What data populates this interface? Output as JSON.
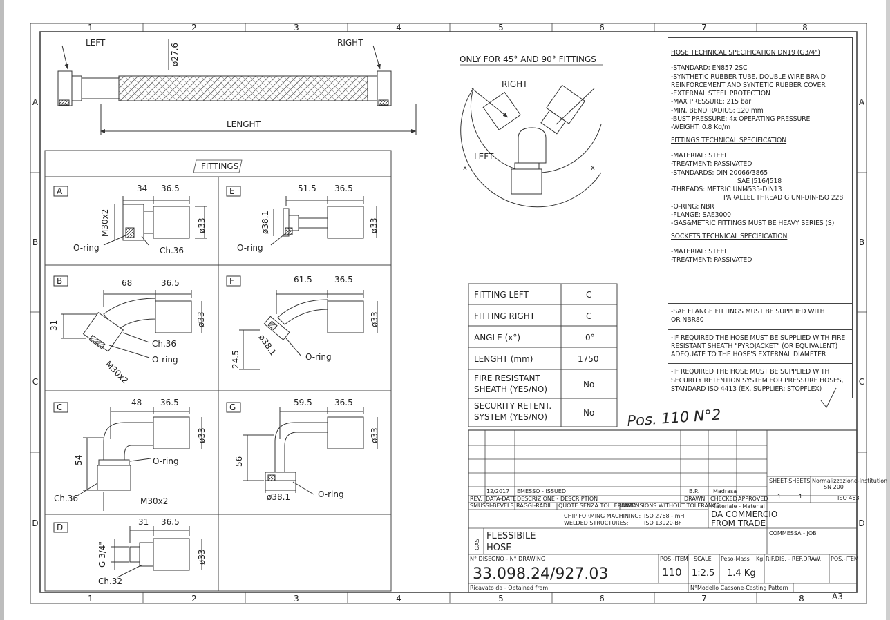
{
  "grid": {
    "columns": [
      "1",
      "2",
      "3",
      "4",
      "5",
      "6",
      "7",
      "8"
    ],
    "rows": [
      "A",
      "B",
      "C",
      "D"
    ]
  },
  "hose": {
    "left": "LEFT",
    "right": "RIGHT",
    "diameter": "ø27.6",
    "length_label": "LENGHT"
  },
  "angle_view": {
    "title": "ONLY FOR 45° AND 90° FITTINGS",
    "right": "RIGHT",
    "left": "LEFT",
    "x_left": "x",
    "x_right": "x"
  },
  "fittings": {
    "title": "FITTINGS",
    "A": {
      "code": "A",
      "d1": "34",
      "d2": "36.5",
      "thread": "M30x2",
      "dia": "ø33",
      "oring": "O-ring",
      "ch": "Ch.36"
    },
    "E": {
      "code": "E",
      "d1": "51.5",
      "d2": "36.5",
      "flange": "ø38.1",
      "dia": "ø33",
      "oring": "O-ring"
    },
    "B": {
      "code": "B",
      "d1": "68",
      "d2": "36.5",
      "h": "31",
      "dia": "ø33",
      "ch": "Ch.36",
      "oring": "O-ring",
      "thread": "M30x2"
    },
    "F": {
      "code": "F",
      "d1": "61.5",
      "d2": "36.5",
      "h": "24.5",
      "dia": "ø33",
      "flange": "ø38.1",
      "oring": "O-ring"
    },
    "C": {
      "code": "C",
      "d1": "48",
      "d2": "36.5",
      "h": "54",
      "dia": "ø33",
      "oring": "O-ring",
      "ch": "Ch.36",
      "thread": "M30x2"
    },
    "G": {
      "code": "G",
      "d1": "59.5",
      "d2": "36.5",
      "h": "56",
      "dia": "ø33",
      "flange": "ø38.1",
      "oring": "O-ring"
    },
    "D": {
      "code": "D",
      "d1": "31",
      "d2": "36.5",
      "thread": "G 3/4\"",
      "dia": "ø33",
      "ch": "Ch.32"
    }
  },
  "config_table": [
    {
      "label": "FITTING LEFT",
      "value": "C"
    },
    {
      "label": "FITTING RIGHT",
      "value": "C"
    },
    {
      "label": "ANGLE (x°)",
      "value": "0°"
    },
    {
      "label": "LENGHT (mm)",
      "value": "1750"
    },
    {
      "label1": "FIRE RESISTANT",
      "label2": "SHEATH (YES/NO)",
      "value": "No"
    },
    {
      "label1": "SECURITY RETENT.",
      "label2": "SYSTEM (YES/NO)",
      "value": "No"
    }
  ],
  "handwritten": "Pos. 110 N°2",
  "spec": {
    "hose_title": "HOSE TECHNICAL SPECIFICATION DN19 (G3/4\")",
    "hose_lines": [
      "-STANDARD: EN857 2SC",
      "-SYNTHETIC RUBBER TUBE, DOUBLE WIRE BRAID",
      "REINFORCEMENT AND SYNTETIC RUBBER COVER",
      "-EXTERNAL STEEL PROTECTION",
      "-MAX PRESSURE: 215 bar",
      "-MIN. BEND RADIUS: 120 mm",
      "-BUST PRESSURE: 4x OPERATING PRESSURE",
      "-WEIGHT: 0.8 Kg/m"
    ],
    "fittings_title": "FITTINGS TECHNICAL SPECIFICATION",
    "fittings_lines": [
      "-MATERIAL: STEEL",
      "-TREATMENT: PASSIVATED",
      "-STANDARDS: DIN 20066/3865"
    ],
    "fittings_std2": "SAE J516/J518",
    "fittings_threads": "-THREADS: METRIC UNI4535-DIN13",
    "fittings_threads2": "PARALLEL THREAD G UNI-DIN-ISO 228",
    "fittings_lines2": [
      "-O-RING: NBR",
      "-FLANGE: SAE3000",
      "-GAS&METRIC FITTINGS MUST BE HEAVY SERIES (S)"
    ],
    "sockets_title": "SOCKETS TECHNICAL SPECIFICATION",
    "sockets_lines": [
      "-MATERIAL: STEEL",
      "-TREATMENT: PASSIVATED"
    ],
    "note1": [
      "-SAE FLANGE FITTINGS MUST BE SUPPLIED WITH",
      "OR NBR80"
    ],
    "note2": [
      "-IF REQUIRED THE HOSE MUST BE SUPPLIED WITH FIRE",
      "RESISTANT SHEATH \"PYROJACKET\" (OR EQUIVALENT)",
      "ADEQUATE TO THE HOSE'S EXTERNAL DIAMETER"
    ],
    "note3": [
      "-IF REQUIRED THE HOSE MUST BE SUPPLIED WITH",
      "SECURITY RETENTION SYSTEM FOR PRESSURE HOSES,",
      "STANDARD ISO 4413 (EX. SUPPLIER: STOPFLEX)"
    ]
  },
  "title_block": {
    "rev_date": "12/2017",
    "rev_desc": "EMESSO - ISSUED",
    "rev_drawn": "B.P.",
    "rev_checked": "Madrasa",
    "hdr_rev": "REV.",
    "hdr_date": "DATA-DATE",
    "hdr_desc": "DESCRIZIONE - DESCRIPTION",
    "hdr_drawn": "DRAWN",
    "hdr_checked": "CHECKED",
    "hdr_approved": "APPROVED",
    "sheet_label": "SHEET-SHEETS",
    "sheet_no": "1",
    "sheets_total": "1",
    "std_label": "Normalizzazione-Institution",
    "std_value": "SN 200",
    "iso_label": "ISO 463",
    "tol1": "SMUSSI-BEVELS",
    "tol2": "RAGGI-RADII",
    "tol3": "QUOTE SENZA TOLLERANZA",
    "tol4": "DIMENSIONS WITHOUT TOLERANCE",
    "tol_chip": "CHIP FORMING MACHINING:",
    "tol_chip_v": "ISO 2768 - mH",
    "tol_weld": "WELDED STRUCTURES:",
    "tol_weld_v": "ISO 13920-BF",
    "material_label": "Materiale - Material",
    "material_1": "DA COMMERCIO",
    "material_2": "FROM TRADE",
    "title_it": "FLESSIBILE",
    "title_en": "HOSE",
    "logo": "GAS",
    "order_label": "COMMESSA - JOB",
    "drawing_no_label": "N° DISEGNO - N° DRAWING",
    "drawing_no": "33.098.24/927.03",
    "pos_label": "POS.-ITEM",
    "pos": "110",
    "scale_label": "SCALE",
    "scale": "1:2.5",
    "weight_label": "Peso-Mass",
    "weight_unit": "Kg",
    "weight": "1.4 Kg",
    "ref_label": "RIF.DIS. - REF.DRAW.",
    "pos_item_label": "POS.-ITEM",
    "replaces_label": "Ricavato da - Obtained from",
    "model_label": "N°Modello Cassone-Casting Pattern",
    "size": "A3"
  }
}
